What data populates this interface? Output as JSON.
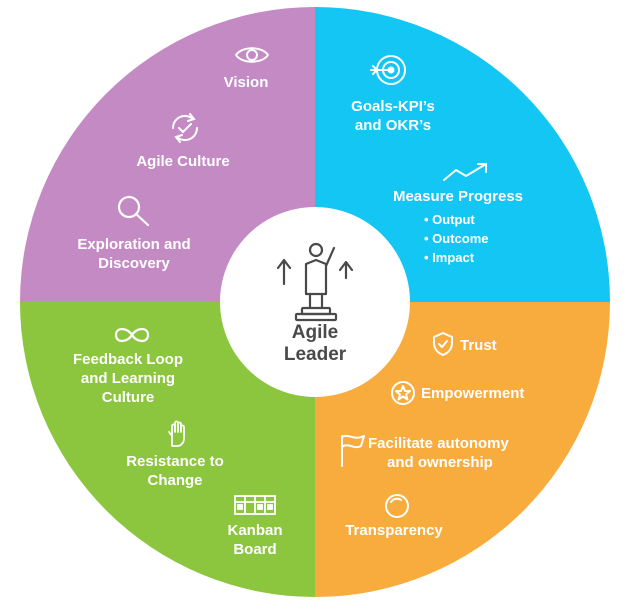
{
  "colors": {
    "top_left": "#c48ac4",
    "top_right": "#13c6f3",
    "bottom_right": "#f7ac3d",
    "bottom_left": "#8cc63f",
    "center_bg": "#ffffff",
    "center_text": "#4a4a4a"
  },
  "center": {
    "line1": "Agile",
    "line2": "Leader"
  },
  "top_left": {
    "vision": "Vision",
    "agile_culture": "Agile Culture",
    "exploration_l1": "Exploration and",
    "exploration_l2": "Discovery"
  },
  "top_right": {
    "goals_l1": "Goals-KPI’s",
    "goals_l2": "and OKR’s",
    "measure": "Measure Progress",
    "bullets": [
      "• Output",
      "• Outcome",
      "• Impact"
    ]
  },
  "bottom_right": {
    "trust": "Trust",
    "empowerment": "Empowerment",
    "facilitate_l1": "Facilitate autonomy",
    "facilitate_l2": "and ownership",
    "transparency": "Transparency"
  },
  "bottom_left": {
    "feedback_l1": "Feedback Loop",
    "feedback_l2": "and Learning",
    "feedback_l3": "Culture",
    "resistance_l1": "Resistance to",
    "resistance_l2": "Change",
    "kanban_l1": "Kanban",
    "kanban_l2": "Board"
  },
  "icons": [
    "eye-icon",
    "cycle-check-icon",
    "magnifier-icon",
    "target-icon",
    "trend-line-icon",
    "shield-check-icon",
    "star-badge-icon",
    "flag-icon",
    "ring-icon",
    "infinity-icon",
    "raised-hand-icon",
    "kanban-board-icon",
    "leader-icon"
  ]
}
